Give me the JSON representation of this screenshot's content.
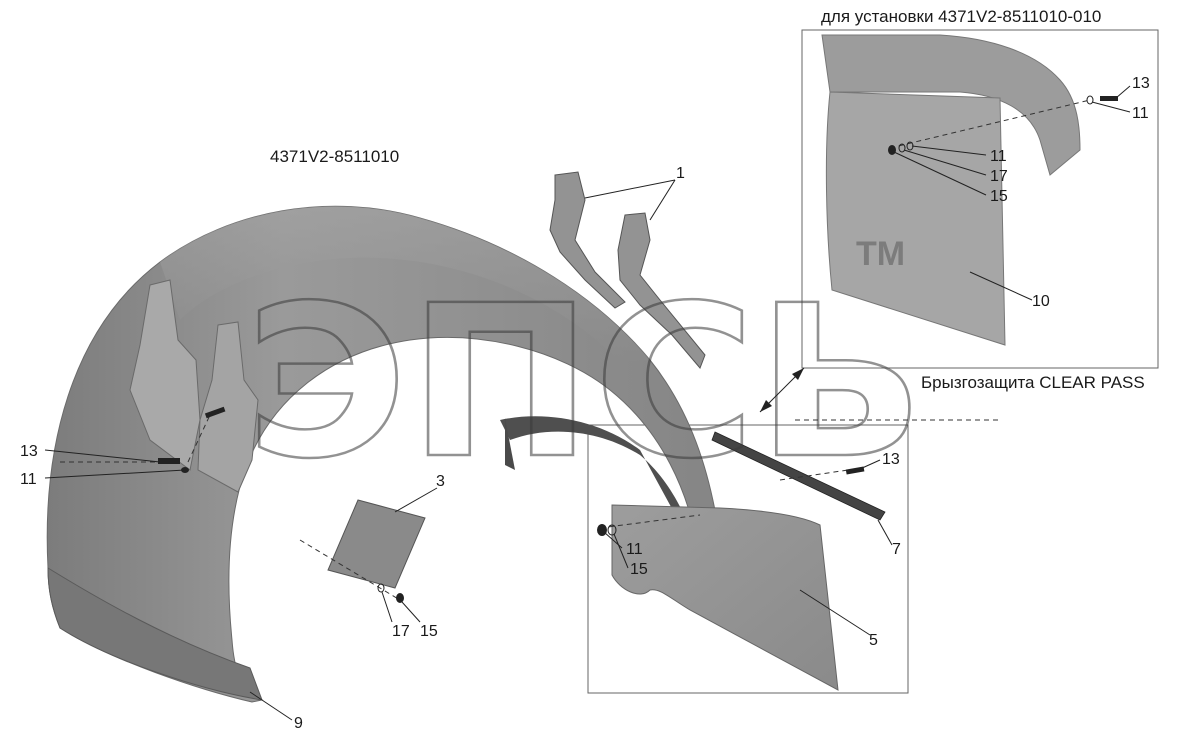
{
  "titles": {
    "main_assembly": "4371V2-8511010",
    "inset_title": "для установки 4371V2-8511010-010",
    "inset_caption": "Брызгозащита CLEAR PASS"
  },
  "watermark": {
    "text": "ЭПСЬ",
    "tm": "TM"
  },
  "callouts": {
    "c1": "1",
    "c3": "3",
    "c5": "5",
    "c7": "7",
    "c9": "9",
    "c10": "10",
    "c11_left": "11",
    "c13_left": "13",
    "c11_mid": "11",
    "c15_mid": "15",
    "c17_bottom": "17",
    "c15_bottom": "15",
    "c13_right": "13",
    "c13_inset": "13",
    "c11_inset_a": "11",
    "c11_inset_b": "11",
    "c17_inset": "17",
    "c15_inset": "15"
  },
  "colors": {
    "part_fill": "#8e8e8e",
    "part_dark": "#5e5e5e",
    "part_light": "#b3b3b3",
    "frame": "#666666",
    "watermark": "#7a7a7a"
  }
}
